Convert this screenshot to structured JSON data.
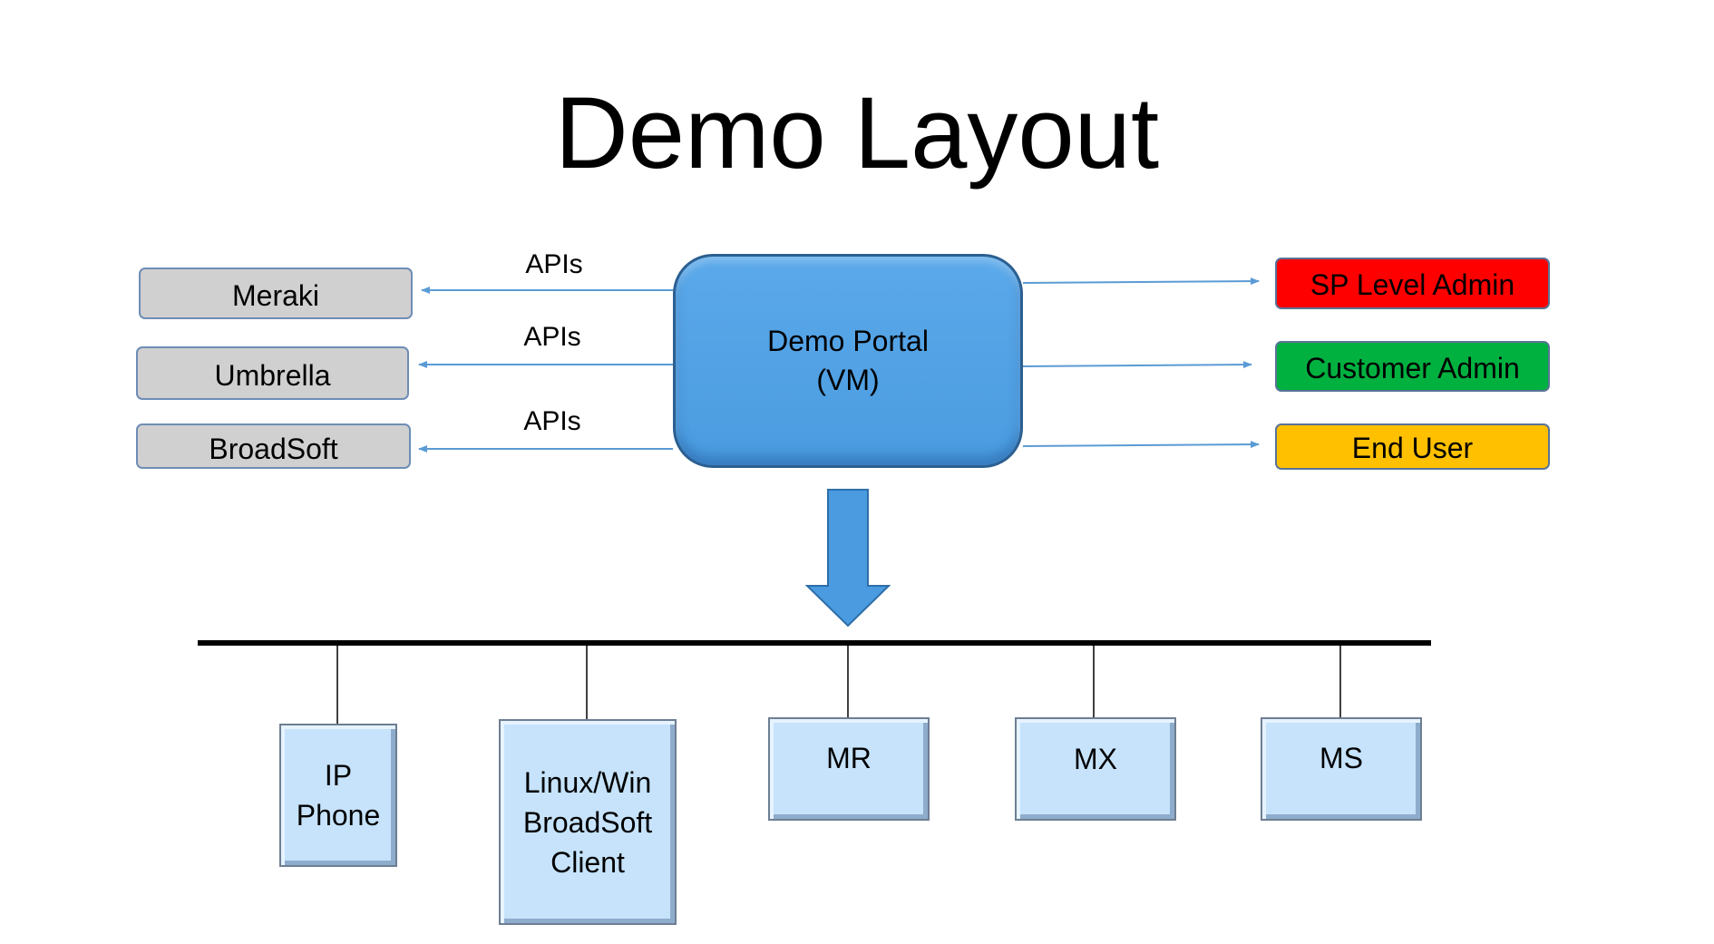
{
  "slide": {
    "title": "Demo Layout"
  },
  "portal": {
    "line1": "Demo Portal",
    "line2": "(VM)"
  },
  "api_labels": [
    "APIs",
    "APIs",
    "APIs"
  ],
  "services": [
    {
      "label": "Meraki"
    },
    {
      "label": "Umbrella"
    },
    {
      "label": "BroadSoft"
    }
  ],
  "roles": [
    {
      "label": "SP Level Admin",
      "color": "#ff0000"
    },
    {
      "label": "Customer Admin",
      "color": "#00b140"
    },
    {
      "label": "End User",
      "color": "#ffc000"
    }
  ],
  "devices": [
    {
      "lines": [
        "IP",
        "Phone"
      ]
    },
    {
      "lines": [
        "Linux/Win",
        "BroadSoft",
        "Client"
      ]
    },
    {
      "lines": [
        "MR"
      ]
    },
    {
      "lines": [
        "MX"
      ]
    },
    {
      "lines": [
        "MS"
      ]
    }
  ],
  "colors": {
    "connector": "#5b9bd5",
    "bus": "#000000",
    "down_arrow": "#4a9be0",
    "service_fill": "#d0d0d0",
    "device_fill": "#c6e3fb"
  }
}
